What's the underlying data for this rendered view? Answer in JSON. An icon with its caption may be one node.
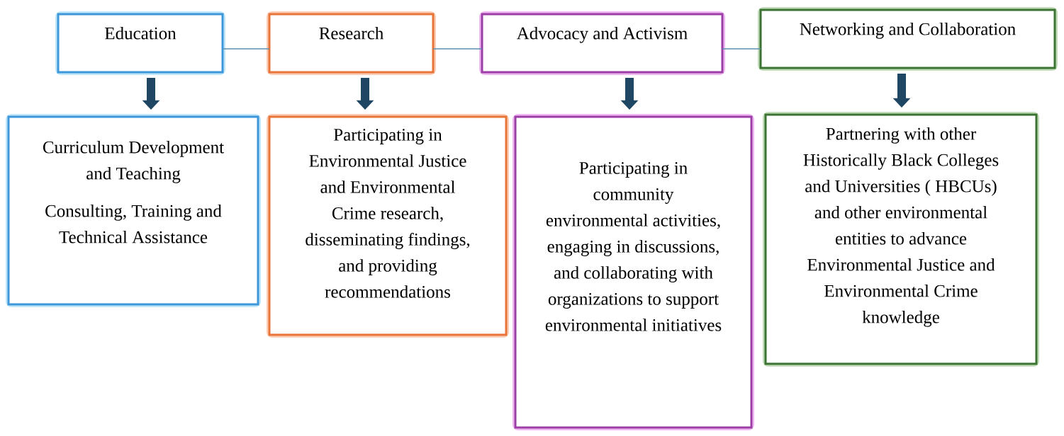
{
  "diagram": {
    "nodes": [
      {
        "text": [
          "Education"
        ]
      },
      {
        "text": [
          "Research"
        ]
      },
      {
        "text": [
          "Advocacy and Activism"
        ]
      },
      {
        "text": [
          "Networking and Collaboration"
        ]
      },
      {
        "text": [
          "Curriculum Development and Teaching",
          "Consulting, Training and Technical Assistance"
        ]
      },
      {
        "text": [
          "Participating in Environmental Justice and Environmental Crime research, disseminating findings, and providing recommendations"
        ]
      },
      {
        "text": [
          "Participating in community environmental activities, engaging in discussions, and collaborating with organizations to support environmental initiatives"
        ]
      },
      {
        "text": [
          "Partnering with other Historically Black Colleges and Universities ( HBCUs) and other environmental entities to advance Environmental Justice and Environmental Crime knowledge"
        ]
      }
    ],
    "edges": [
      {
        "from": 0,
        "to": 1,
        "arrow": "none",
        "color": "#5b8fb0"
      },
      {
        "from": 1,
        "to": 2,
        "arrow": "none",
        "color": "#5b8fb0"
      },
      {
        "from": 2,
        "to": 3,
        "arrow": "none",
        "color": "#5b8fb0"
      },
      {
        "from": 0,
        "to": 4,
        "arrow": "to"
      },
      {
        "from": 1,
        "to": 5,
        "arrow": "to"
      },
      {
        "from": 2,
        "to": 6,
        "arrow": "to"
      },
      {
        "from": 3,
        "to": 7,
        "arrow": "to"
      }
    ]
  }
}
